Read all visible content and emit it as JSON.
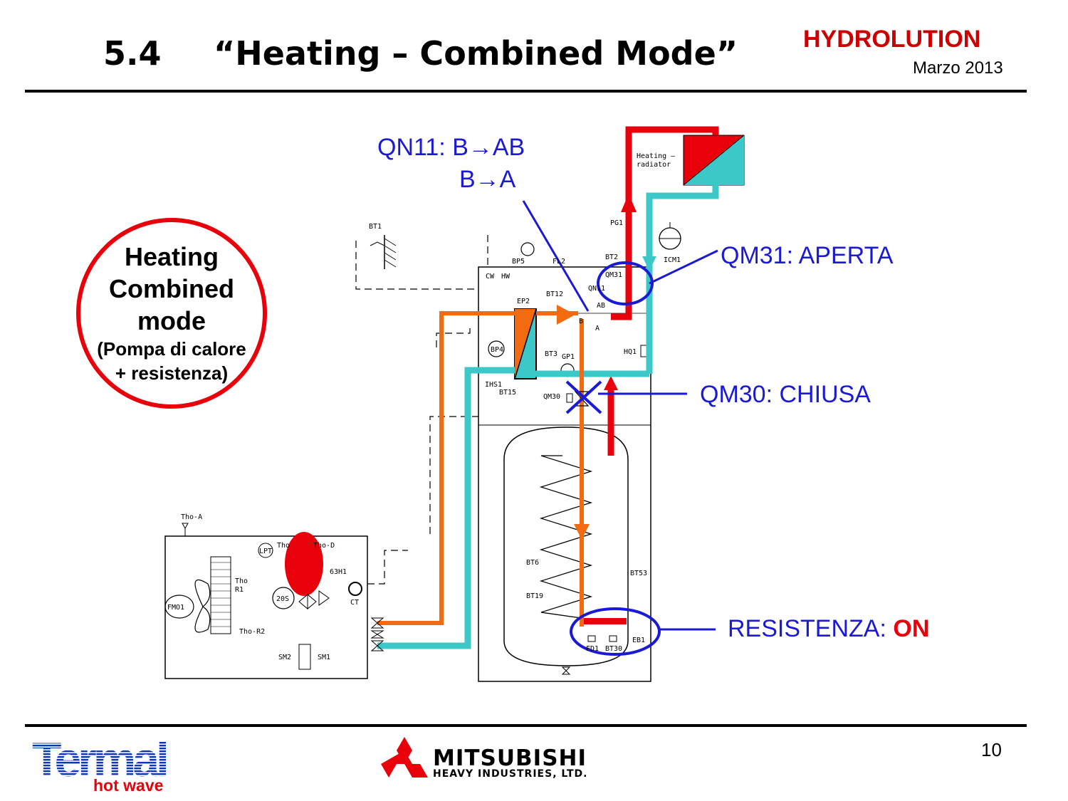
{
  "header": {
    "section_number": "5.4",
    "title": "“Heating – Combined Mode”",
    "brand": "HYDROLUTION",
    "date": "Marzo 2013"
  },
  "mode_badge": {
    "line1": "Heating",
    "line2": "Combined",
    "line3": "mode",
    "line4": "(Pompa di calore",
    "line5": "+ resistenza)"
  },
  "callouts": {
    "qn11_line1": "QN11: B→AB",
    "qn11_line2": "B→A",
    "qm31": "QM31: APERTA",
    "qm30": "QM30: CHIUSA",
    "resistenza_label": "RESISTENZA: ",
    "resistenza_state": "ON"
  },
  "diagram_labels": {
    "heating_radiator_1": "Heating –",
    "heating_radiator_2": "radiator",
    "bt1": "BT1",
    "pg1": "PG1",
    "bt2": "BT2",
    "icm1": "ICM1",
    "qm31": "QM31",
    "qn11": "QN11",
    "bp5": "BP5",
    "fl2": "FL2",
    "cw": "CW",
    "hw": "HW",
    "ep2": "EP2",
    "bt12": "BT12",
    "bp4": "BP4",
    "bt3": "BT3",
    "gp1": "GP1",
    "hq1": "HQ1",
    "ihs1": "IHS1",
    "bt15": "BT15",
    "qm30": "QM30",
    "tho_a": "Tho-A",
    "lpt": "LPT",
    "tho_s": "Tho",
    "tho_d": "Tho-D",
    "h63": "63H1",
    "tho_r1a": "Tho",
    "tho_r1b": "R1",
    "s20": "20S",
    "ct": "CT",
    "fmo1": "FMO1",
    "tho_r2": "Tho-R2",
    "sm2": "SM2",
    "sm1": "SM1",
    "bt6": "BT6",
    "bt19": "BT19",
    "bt53": "BT53",
    "eb1": "EB1",
    "bt30": "BT30",
    "fd1": "FD1",
    "a": "A",
    "b": "B",
    "ab": "AB"
  },
  "footer": {
    "termal_word": "Termal",
    "termal_sub": "hot wave",
    "mhi_name": "MITSUBISHI",
    "mhi_sub": "HEAVY INDUSTRIES, LTD.",
    "page_number": "10"
  },
  "colors": {
    "accent_red": "#e8000a",
    "brand_red": "#cc0000",
    "callout_blue": "#1a1ad6",
    "flow_orange": "#f26b10",
    "return_cyan": "#3cc8c8",
    "termal_blue": "#0a3aa8"
  }
}
